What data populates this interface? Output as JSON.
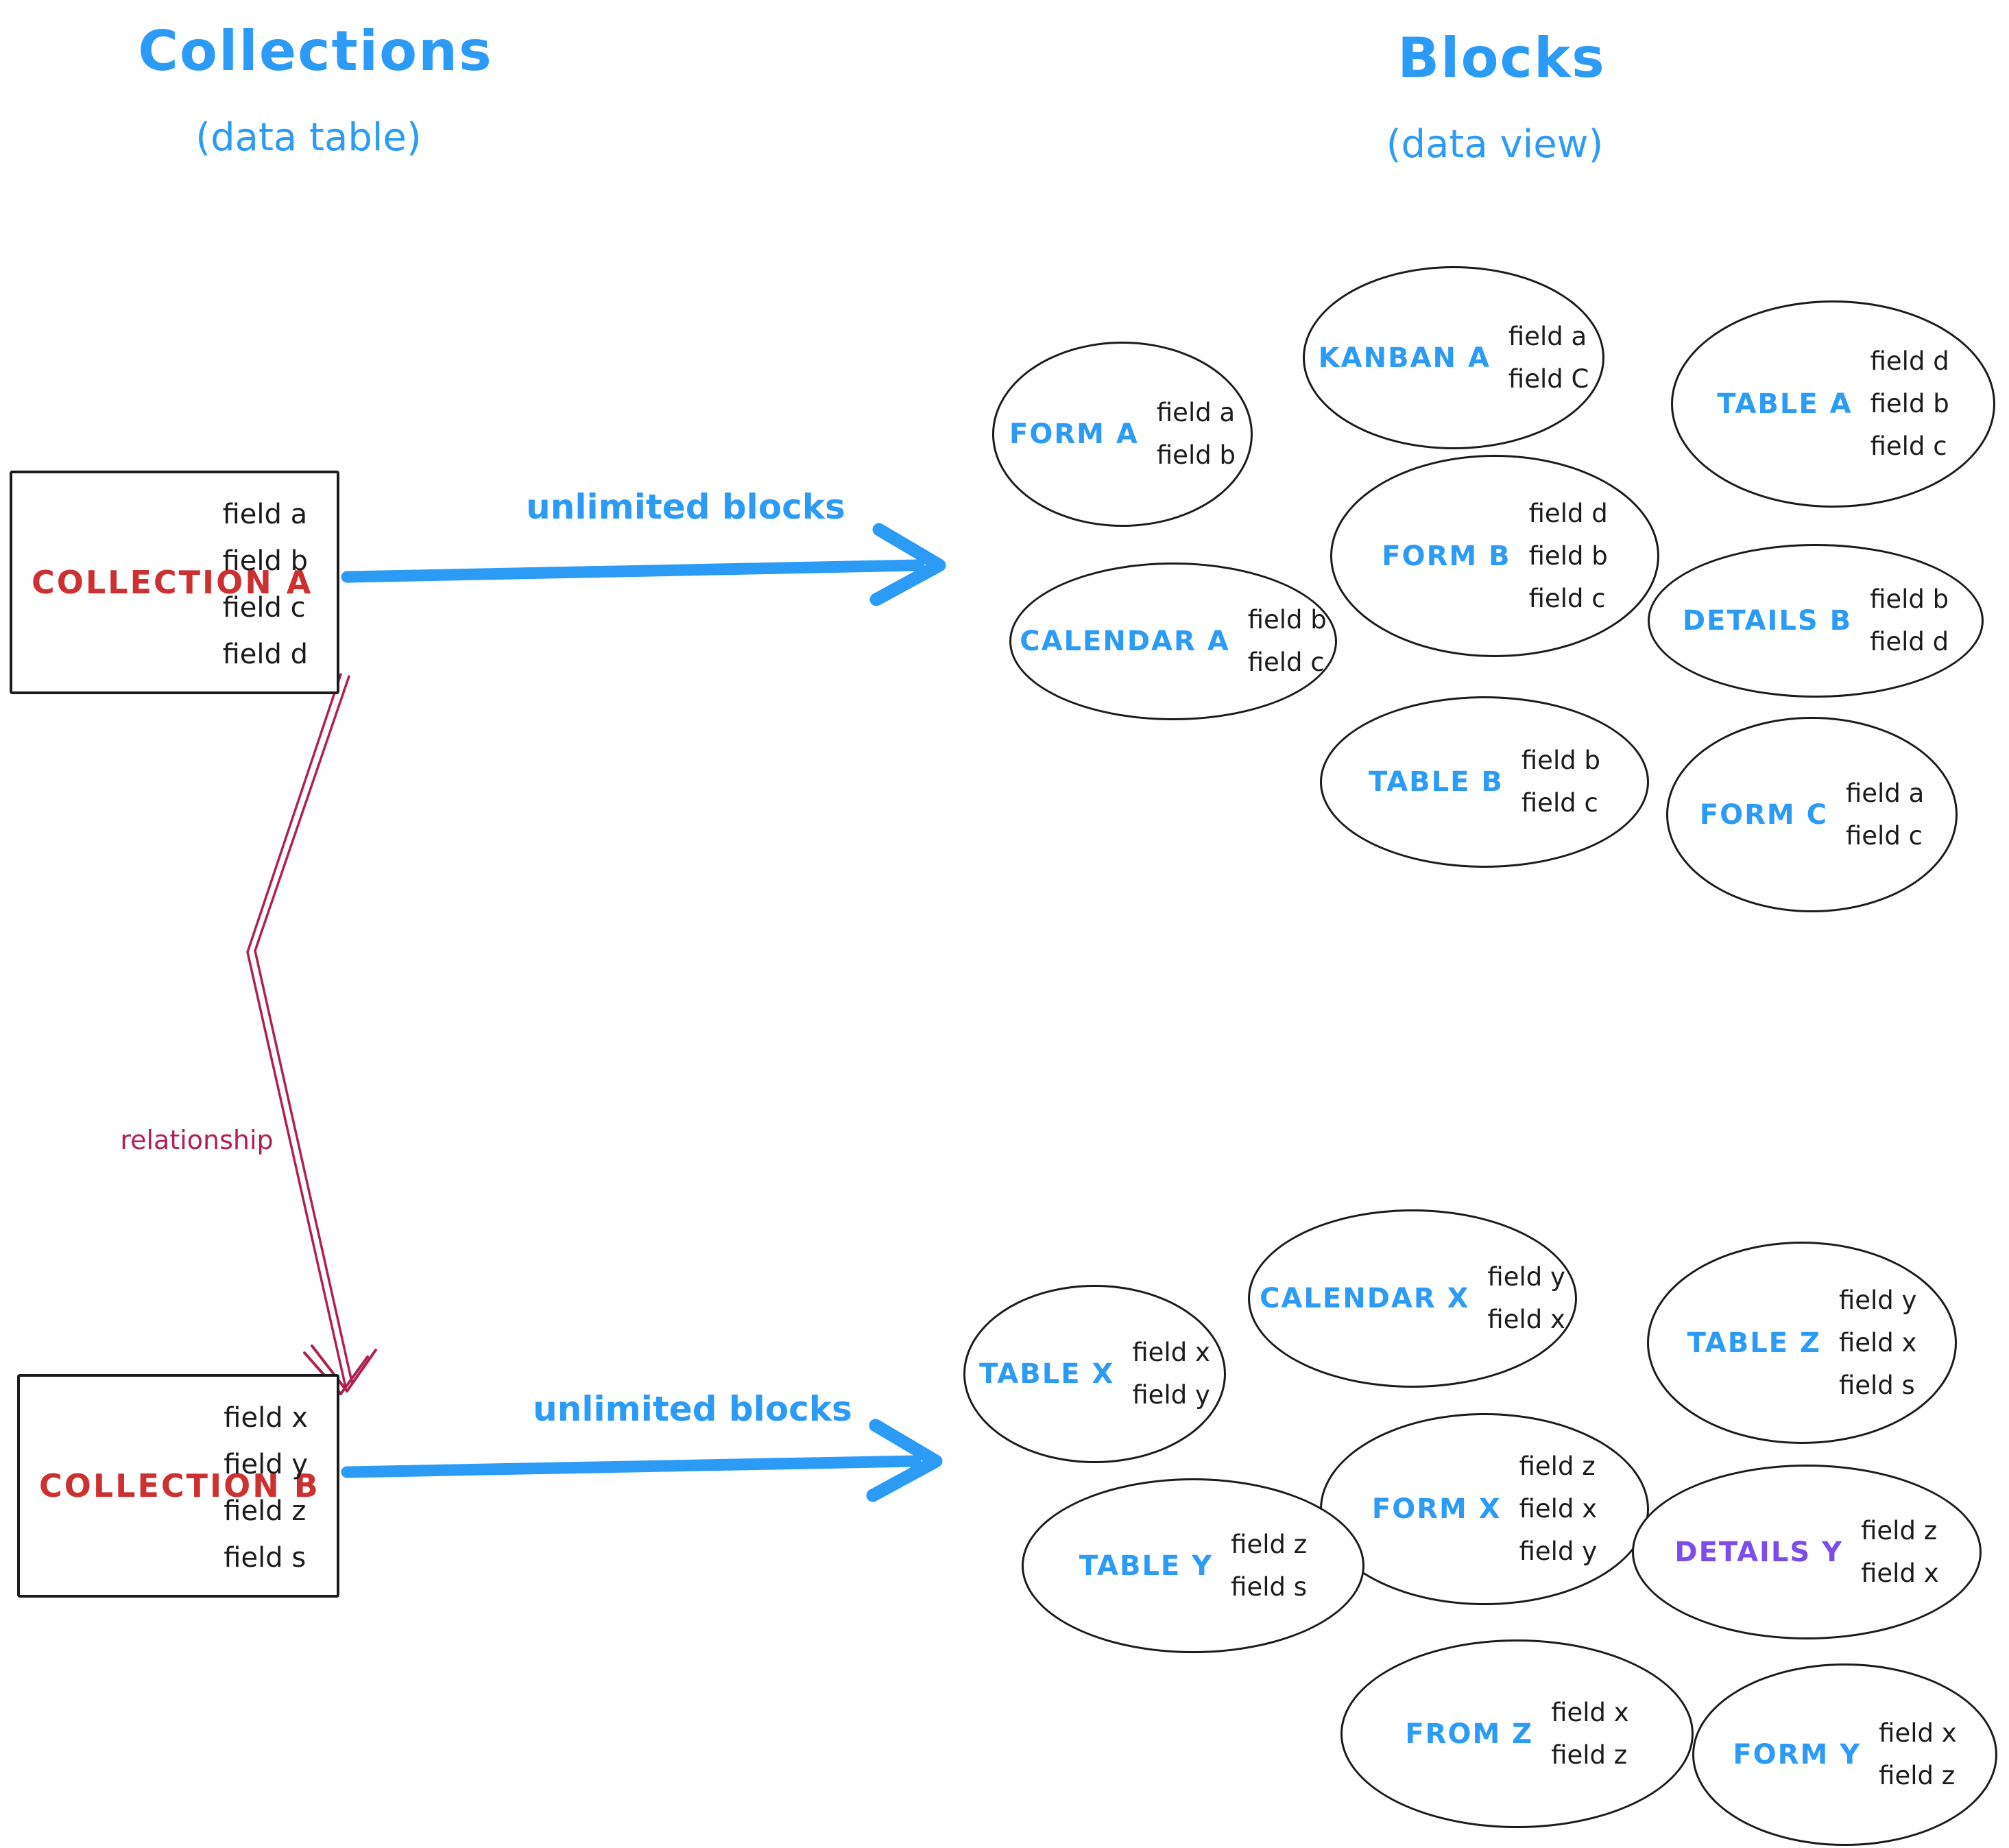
{
  "left_column": {
    "title": "Collections",
    "subtitle": "(data table)"
  },
  "right_column": {
    "title": "Blocks",
    "subtitle": "(data view)"
  },
  "collection_a": {
    "name": "COLLECTION A",
    "fields": [
      "field a",
      "field b",
      "field c",
      "field d"
    ]
  },
  "collection_b": {
    "name": "COLLECTION B",
    "fields": [
      "field x",
      "field y",
      "field z",
      "field s"
    ]
  },
  "arrows": {
    "a_label": "unlimited blocks",
    "b_label": "unlimited blocks",
    "relationship_label": "relationship"
  },
  "colors": {
    "blue": "#2b9bf6",
    "red": "#cd3030",
    "crimson": "#b02150",
    "purple": "#7c4de8",
    "ink": "#1b1b1b"
  },
  "blocks_a": [
    {
      "label": "FORM A",
      "fields": [
        "field a",
        "field b"
      ]
    },
    {
      "label": "KANBAN A",
      "fields": [
        "field a",
        "field C"
      ]
    },
    {
      "label": "TABLE A",
      "fields": [
        "field d",
        "field b",
        "field c"
      ]
    },
    {
      "label": "FORM B",
      "fields": [
        "field d",
        "field b",
        "field c"
      ]
    },
    {
      "label": "CALENDAR A",
      "fields": [
        "field b",
        "field c"
      ]
    },
    {
      "label": "DETAILS B",
      "fields": [
        "field b",
        "field d"
      ]
    },
    {
      "label": "TABLE B",
      "fields": [
        "field b",
        "field c"
      ]
    },
    {
      "label": "FORM C",
      "fields": [
        "field a",
        "field c"
      ]
    }
  ],
  "blocks_b": [
    {
      "label": "TABLE X",
      "fields": [
        "field x",
        "field y"
      ]
    },
    {
      "label": "CALENDAR X",
      "fields": [
        "field y",
        "field x"
      ]
    },
    {
      "label": "TABLE Z",
      "fields": [
        "field y",
        "field x",
        "field s"
      ]
    },
    {
      "label": "FORM X",
      "fields": [
        "field z",
        "field x",
        "field y"
      ]
    },
    {
      "label": "TABLE Y",
      "fields": [
        "field z",
        "field s"
      ]
    },
    {
      "label": "DETAILS Y",
      "fields": [
        "field z",
        "field x"
      ],
      "label_color": "#7c4de8"
    },
    {
      "label": "FROM Z",
      "fields": [
        "field x",
        "field z"
      ]
    },
    {
      "label": "FORM Y",
      "fields": [
        "field x",
        "field z"
      ]
    }
  ]
}
